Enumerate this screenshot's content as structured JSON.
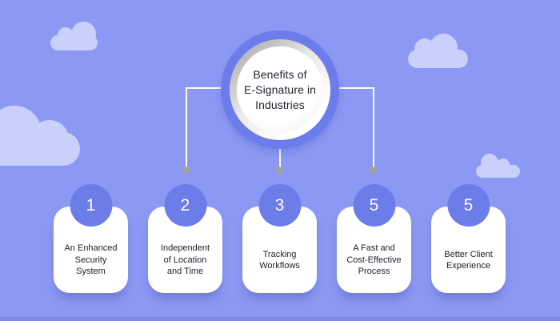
{
  "hub": {
    "title": "Benefits of E-Signature in Industries",
    "title_lines": [
      "Benefits of",
      "E-Signature in",
      "Industries"
    ]
  },
  "cards": [
    {
      "number": "1",
      "label": "An Enhanced Security System",
      "lines": [
        "An Enhanced",
        "Security",
        "System"
      ]
    },
    {
      "number": "2",
      "label": "Independent of Location and Time",
      "lines": [
        "Independent",
        "of Location",
        "and Time"
      ]
    },
    {
      "number": "3",
      "label": "Tracking Workflows",
      "lines": [
        "Tracking",
        "Workflows"
      ]
    },
    {
      "number": "5",
      "label": "A Fast and Cost-Effective Process",
      "lines": [
        "A Fast and",
        "Cost-Effective",
        "Process"
      ]
    },
    {
      "number": "5",
      "label": "Better Client Experience",
      "lines": [
        "Better Client",
        "Experience"
      ]
    }
  ],
  "colors": {
    "background": "#8c99f4",
    "cloud": "#c9d0f9",
    "hub_ring": "#6c7deb",
    "number_circle": "#6c7de9",
    "connector_line": "#fcfcfd",
    "connector_dot": "#a8a296",
    "card_background": "#ffffff",
    "text": "#1d1f2b"
  }
}
